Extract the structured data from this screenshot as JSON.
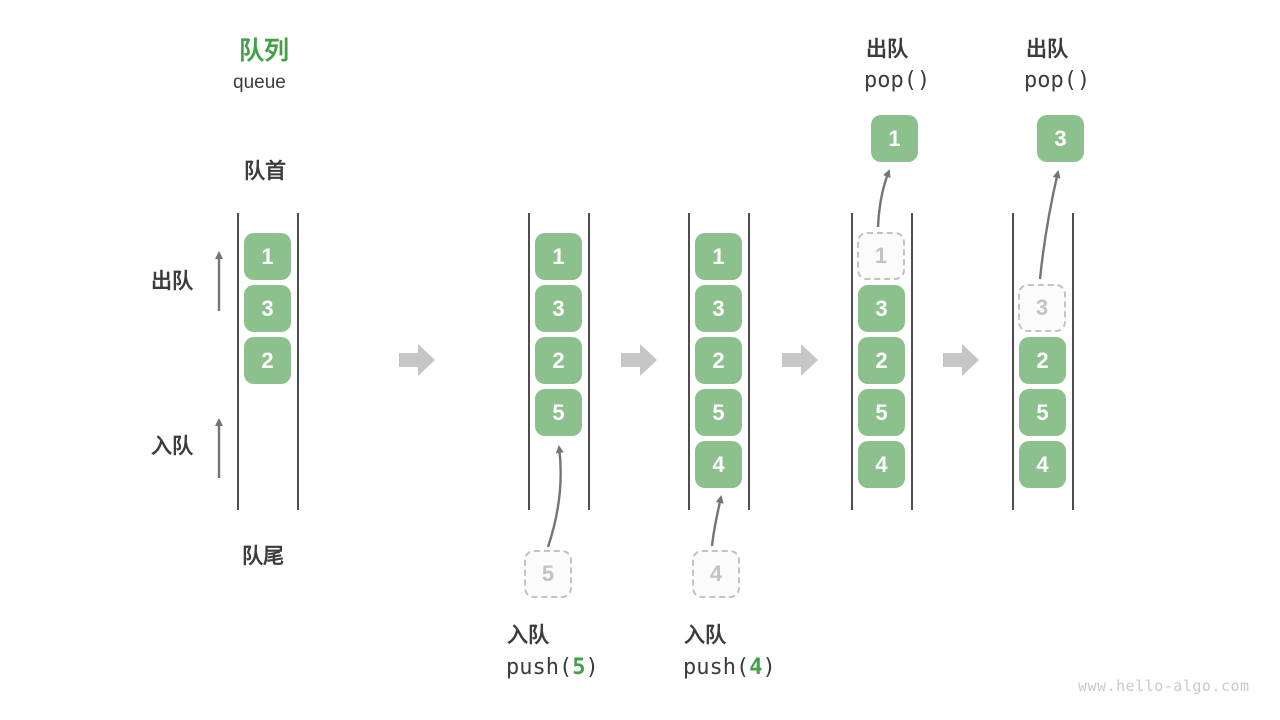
{
  "title": {
    "zh": "队列",
    "en": "queue"
  },
  "labels": {
    "front": "队首",
    "rear": "队尾",
    "dequeue_side": "出队",
    "enqueue_side": "入队"
  },
  "queues": [
    {
      "cells": [
        "1",
        "3",
        "2"
      ]
    },
    {
      "cells": [
        "1",
        "3",
        "2",
        "5"
      ],
      "pending": "5"
    },
    {
      "cells": [
        "1",
        "3",
        "2",
        "5",
        "4"
      ],
      "pending": "4"
    },
    {
      "dashed": "1",
      "cells": [
        "3",
        "2",
        "5",
        "4"
      ],
      "popped": "1"
    },
    {
      "dashed": "3",
      "cells": [
        "2",
        "5",
        "4"
      ],
      "popped": "3"
    }
  ],
  "operations": {
    "push5": {
      "zh": "入队",
      "fn": "push(",
      "arg": "5",
      "close": ")"
    },
    "push4": {
      "zh": "入队",
      "fn": "push(",
      "arg": "4",
      "close": ")"
    },
    "pop1": {
      "zh": "出队",
      "code": "pop()"
    },
    "pop2": {
      "zh": "出队",
      "code": "pop()"
    }
  },
  "watermark": "www.hello-algo.com",
  "colors": {
    "accent_green": "#43A047",
    "box_green": "#8CC08C",
    "block_arrow_gray": "#C6C6C6",
    "thin_arrow_gray": "#757575",
    "dashed_gray": "#C3C3C3",
    "text_dark": "#3C3C3C",
    "watermark_gray": "#C9C9C9"
  }
}
